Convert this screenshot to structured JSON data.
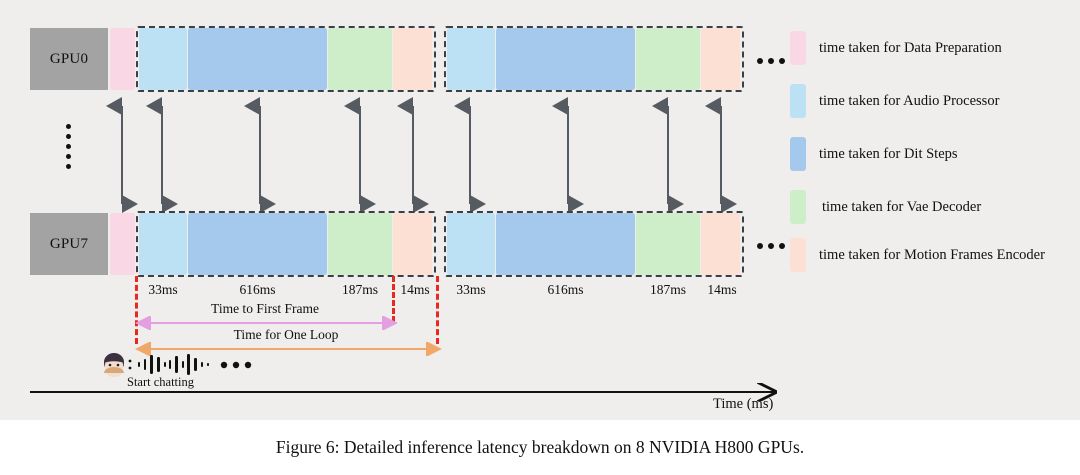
{
  "figure": {
    "caption": "Figure 6: Detailed inference latency breakdown on 8 NVIDIA H800 GPUs."
  },
  "chart_data": {
    "type": "diagram",
    "title": "Detailed inference latency breakdown on 8 NVIDIA H800 GPUs",
    "xlabel": "Time (ms)",
    "rows": [
      {
        "label": "GPU0"
      },
      {
        "label": "GPU7"
      }
    ],
    "stage_colors": {
      "data_preparation": "#f9d7e4",
      "audio_processor": "#bce0f4",
      "dit_steps": "#a4c9ec",
      "vae_decoder": "#cdeec8",
      "motion_frames_encoder": "#fbe0d3",
      "gpu_box": "#a3a3a3",
      "dashed_border": "#3b3f46",
      "red_marker": "#e8291f",
      "first_frame_arrow": "#e49fe0",
      "one_loop_arrow": "#f0a868",
      "sync_arrow": "#555b60"
    },
    "loops": [
      {
        "name": "loop-1",
        "has_data_preparation": true,
        "segments": [
          {
            "stage": "data_preparation",
            "label": "",
            "color": "#f9d7e4"
          },
          {
            "stage": "audio_processor",
            "label": "33ms",
            "value": 33,
            "color": "#bce0f4"
          },
          {
            "stage": "dit_steps",
            "label": "616ms",
            "value": 616,
            "color": "#a4c9ec"
          },
          {
            "stage": "vae_decoder",
            "label": "187ms",
            "value": 187,
            "color": "#cdeec8"
          },
          {
            "stage": "motion_frames_encoder",
            "label": "14ms",
            "value": 14,
            "color": "#fbe0d3"
          }
        ]
      },
      {
        "name": "loop-2",
        "has_data_preparation": false,
        "segments": [
          {
            "stage": "audio_processor",
            "label": "33ms",
            "value": 33,
            "color": "#bce0f4"
          },
          {
            "stage": "dit_steps",
            "label": "616ms",
            "value": 616,
            "color": "#a4c9ec"
          },
          {
            "stage": "vae_decoder",
            "label": "187ms",
            "value": 187,
            "color": "#cdeec8"
          },
          {
            "stage": "motion_frames_encoder",
            "label": "14ms",
            "value": 14,
            "color": "#fbe0d3"
          }
        ]
      }
    ],
    "annotations": [
      {
        "name": "time-to-first-frame",
        "label": "Time to First Frame",
        "color": "#e49fe0"
      },
      {
        "name": "time-for-one-loop",
        "label": "Time for One Loop",
        "color": "#f0a868"
      }
    ],
    "chat": {
      "label": "Start chatting"
    },
    "continuation": "•••"
  },
  "legend": {
    "items": [
      {
        "color": "#f9d7e4",
        "label": "time taken for Data Preparation",
        "name": "data-preparation"
      },
      {
        "color": "#bce0f4",
        "label": "time taken for Audio Processor",
        "name": "audio-processor"
      },
      {
        "color": "#a4c9ec",
        "label": "time taken for Dit Steps",
        "name": "dit-steps"
      },
      {
        "color": "#cdeec8",
        "label": "time taken for Vae Decoder",
        "name": "vae-decoder"
      },
      {
        "color": "#fbe0d3",
        "label": "time taken for Motion Frames Encoder",
        "name": "motion-frames-encoder"
      }
    ]
  }
}
